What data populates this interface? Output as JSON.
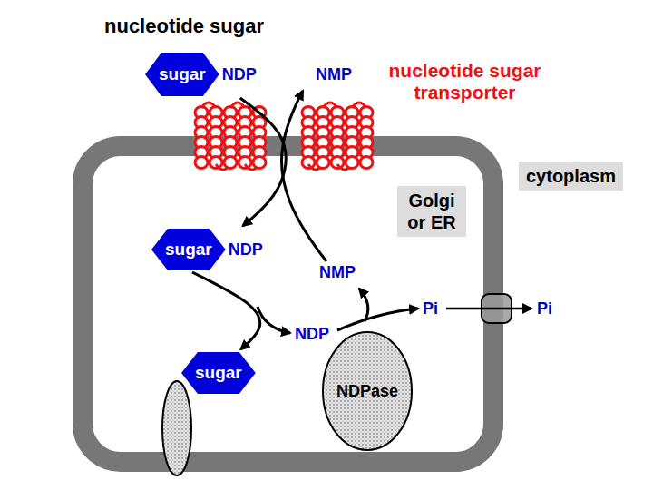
{
  "diagram": {
    "title": "nucleotide sugar",
    "nodes": [
      {
        "text": [
          "sugar",
          "NDP"
        ]
      },
      {
        "text": [
          "sugar",
          "NDP"
        ]
      },
      {
        "text": [
          "sugar"
        ]
      },
      {
        "text": [
          "NDPase"
        ]
      },
      {
        "text": [
          "cytoplasm"
        ]
      },
      {
        "text": [
          "Golgi or ER"
        ]
      }
    ],
    "edges": [
      {
        "from": 0,
        "to": 1,
        "arrow": "to"
      },
      {
        "from": 1,
        "to": 2,
        "arrow": "to"
      }
    ],
    "labels": [
      "nucleotide sugar transporter",
      "NMP",
      "NMP",
      "NDP",
      "Pi",
      "Pi"
    ]
  }
}
